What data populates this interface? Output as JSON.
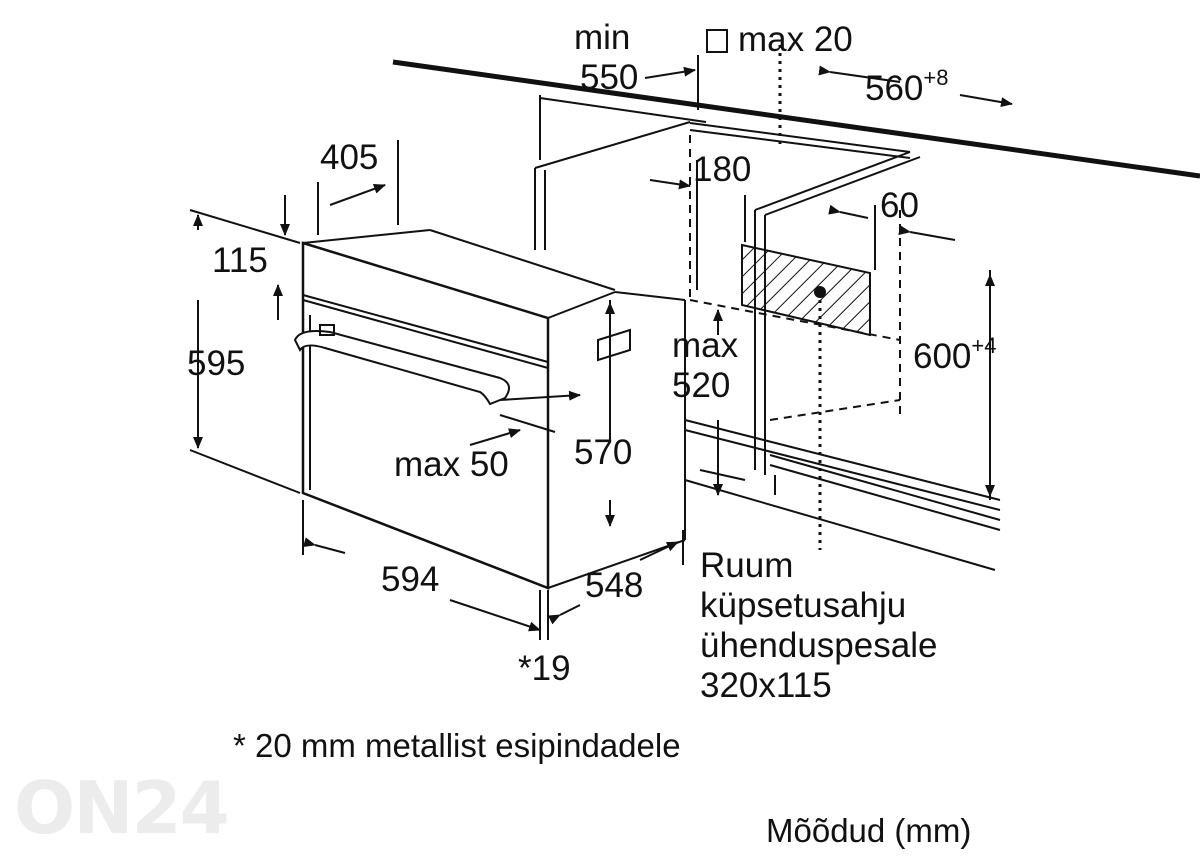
{
  "labels": {
    "min": "min",
    "min_val": "550",
    "max20_text": "max 20",
    "width_560": "560",
    "width_560_tol": "+8",
    "d405": "405",
    "d180": "180",
    "d60": "60",
    "d115": "115",
    "d595": "595",
    "max": "max",
    "max_val": "520",
    "height_600": "600",
    "height_600_tol": "+4",
    "max50": "max 50",
    "d570": "570",
    "d594": "594",
    "d548": "548",
    "d19": "*19"
  },
  "socket_note": {
    "line1": "Ruum",
    "line2": "küpsetusahju",
    "line3": "ühenduspesale",
    "line4": "320x115"
  },
  "footnote": "* 20 mm metallist esipindadele",
  "units": "Mõõdud (mm)",
  "watermark": "ON24",
  "colors": {
    "ink": "#111111",
    "watermark": "#ececec",
    "background": "#ffffff"
  }
}
